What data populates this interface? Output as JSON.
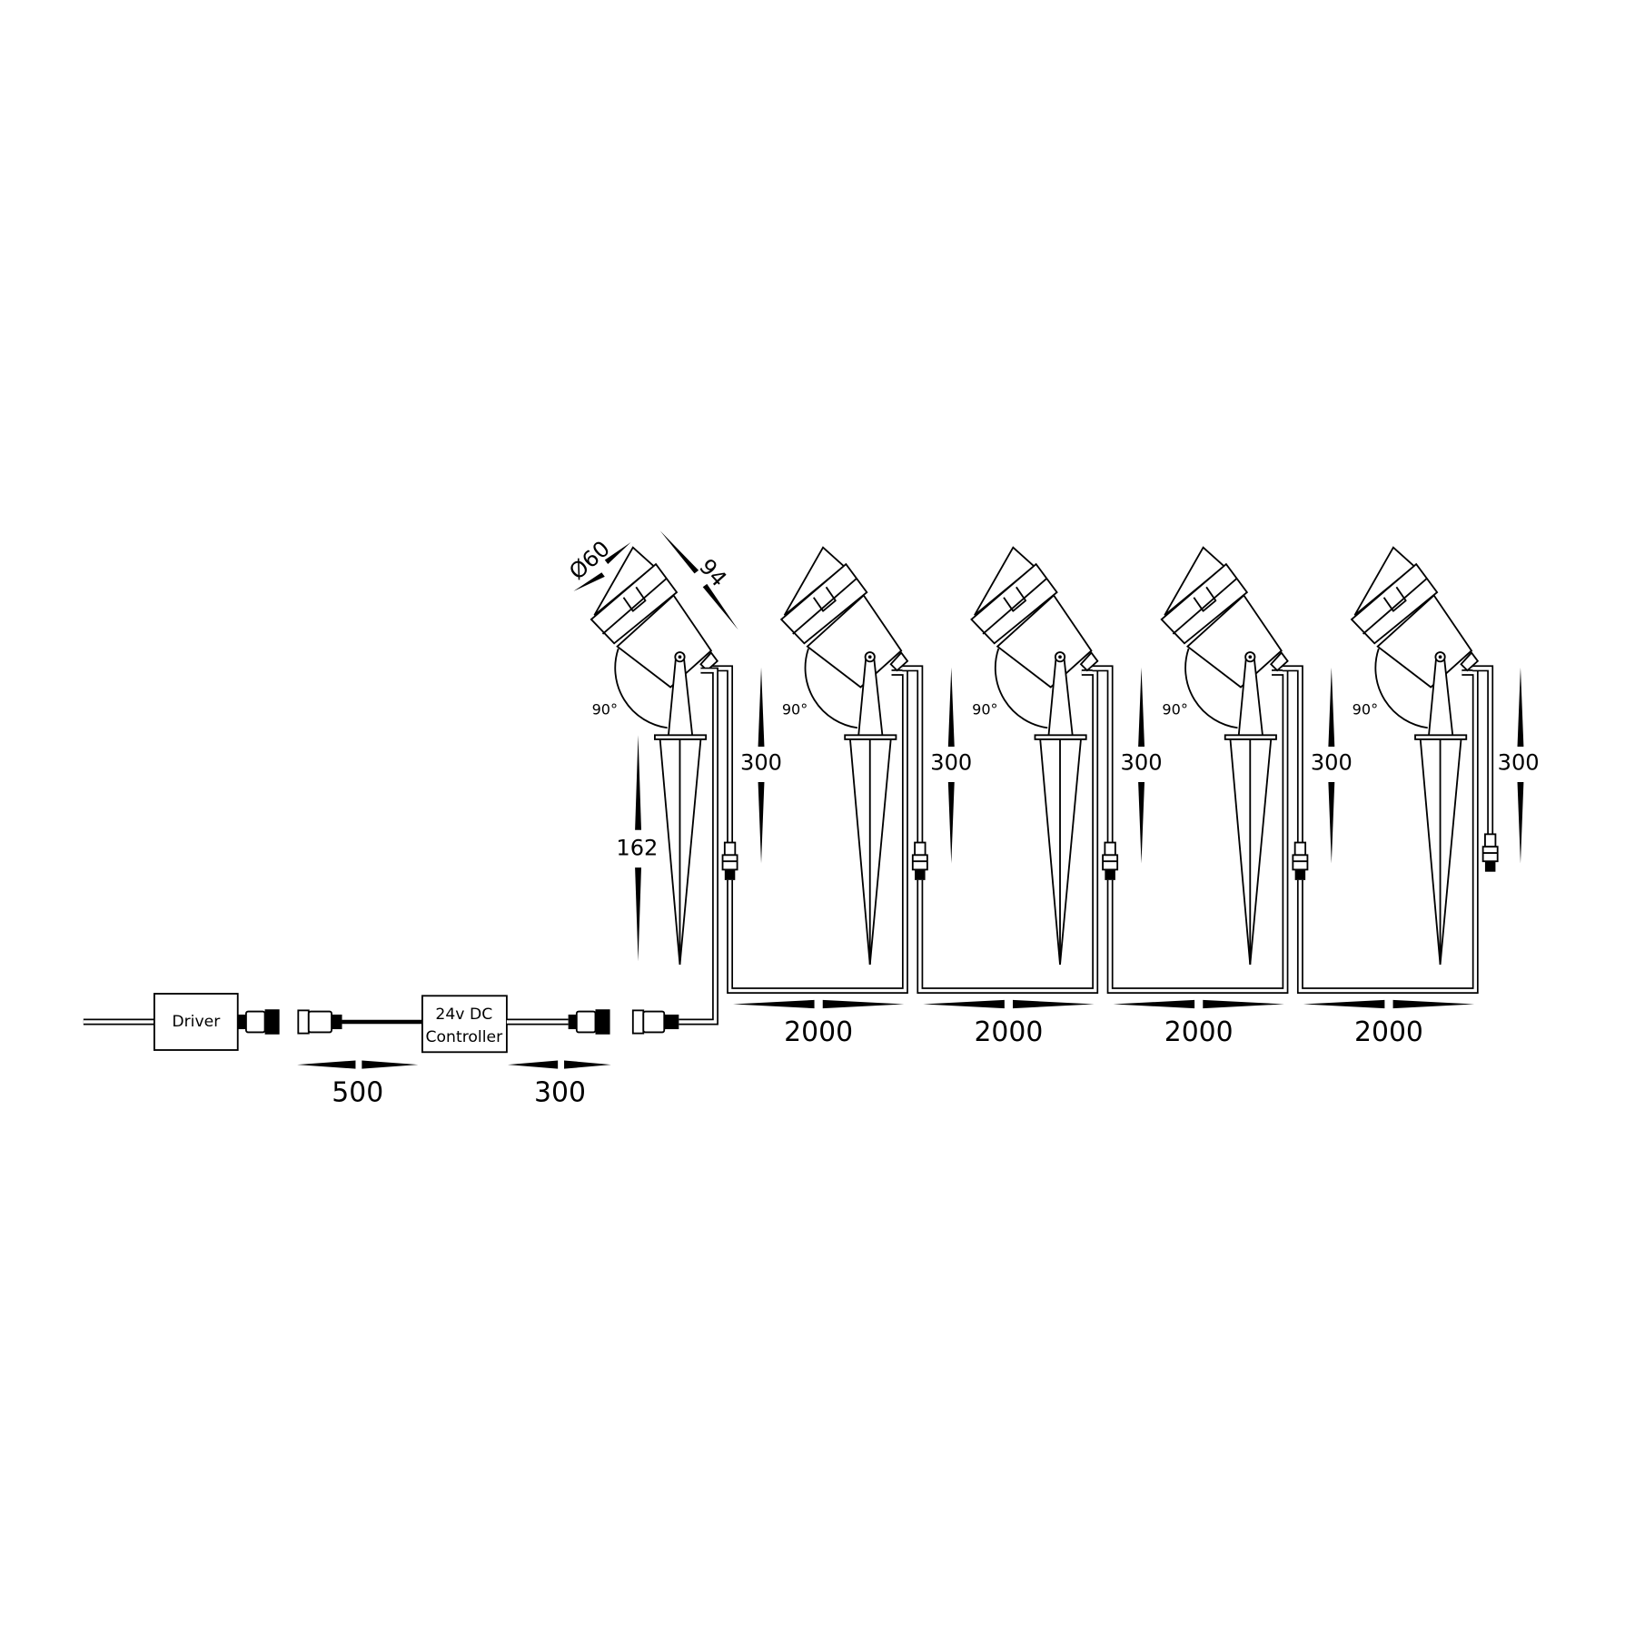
{
  "lamp_count": 5,
  "lamp": {
    "angle_label": "90°",
    "lead_label": "300"
  },
  "dims": {
    "diameter": "Ø60",
    "length": "94",
    "stake_height": "162",
    "spacing": [
      "2000",
      "2000",
      "2000",
      "2000"
    ],
    "driver_lead": "500",
    "controller_lead": "300"
  },
  "components": {
    "driver": "Driver",
    "controller_line1": "24v DC",
    "controller_line2": "Controller"
  },
  "colors": {
    "line": "#000000",
    "background": "#ffffff"
  }
}
